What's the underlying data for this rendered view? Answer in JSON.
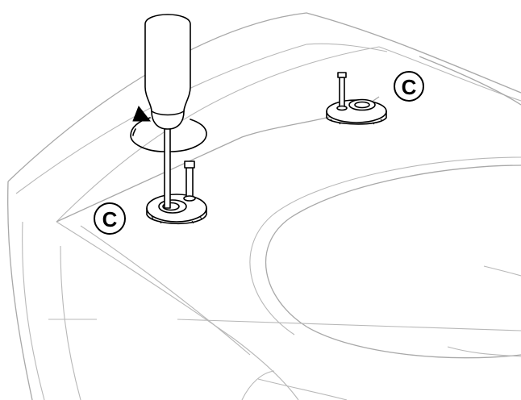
{
  "callouts": [
    {
      "id": "left-fixing",
      "label": "C"
    },
    {
      "id": "right-fixing",
      "label": "C"
    }
  ],
  "icons": {
    "tool": "screwdriver-icon",
    "rotation": "rotation-arrow-icon",
    "fixing": "fixing-bolt-icon"
  },
  "colors": {
    "outline": "#000000",
    "bowl_outline": "#a8a8a8",
    "background": "#ffffff"
  }
}
